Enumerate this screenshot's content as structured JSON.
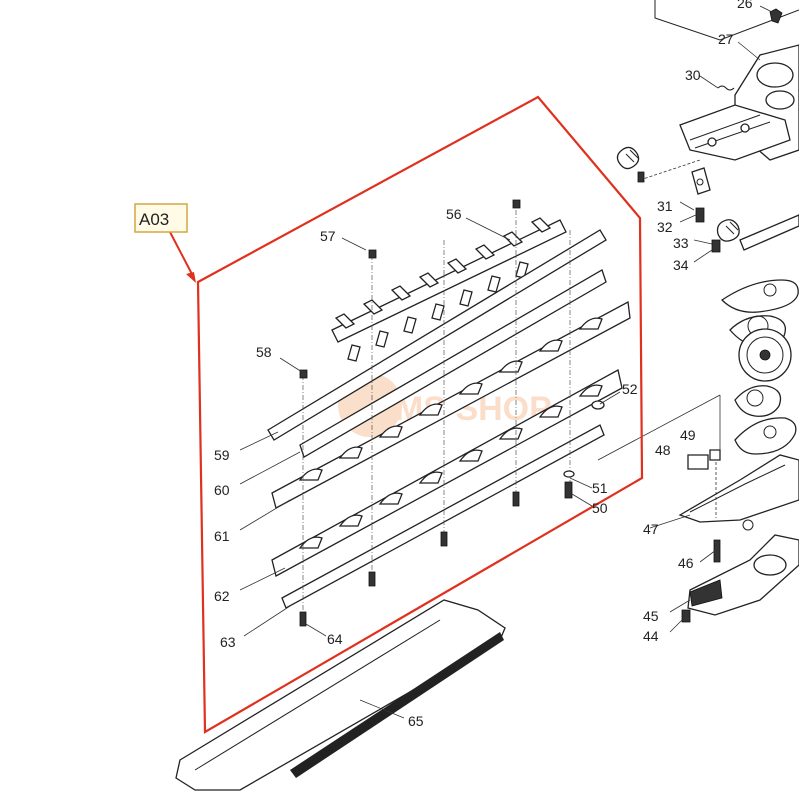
{
  "assembly_tag": "A03",
  "watermark": "MS SHOP",
  "callouts": {
    "c26": "26",
    "c27": "27",
    "c30": "30",
    "c31": "31",
    "c32": "32",
    "c33": "33",
    "c34": "34",
    "c44": "44",
    "c45": "45",
    "c46": "46",
    "c47": "47",
    "c48": "48",
    "c49": "49",
    "c50": "50",
    "c51": "51",
    "c52": "52",
    "c56": "56",
    "c57": "57",
    "c58": "58",
    "c59": "59",
    "c60": "60",
    "c61": "61",
    "c62": "62",
    "c63": "63",
    "c64": "64",
    "c65": "65"
  },
  "colors": {
    "outline": "#e0301e",
    "tag_border": "#d4a640",
    "tag_fill": "#fffbe6",
    "line": "#222222",
    "watermark": "#f2a36b"
  }
}
